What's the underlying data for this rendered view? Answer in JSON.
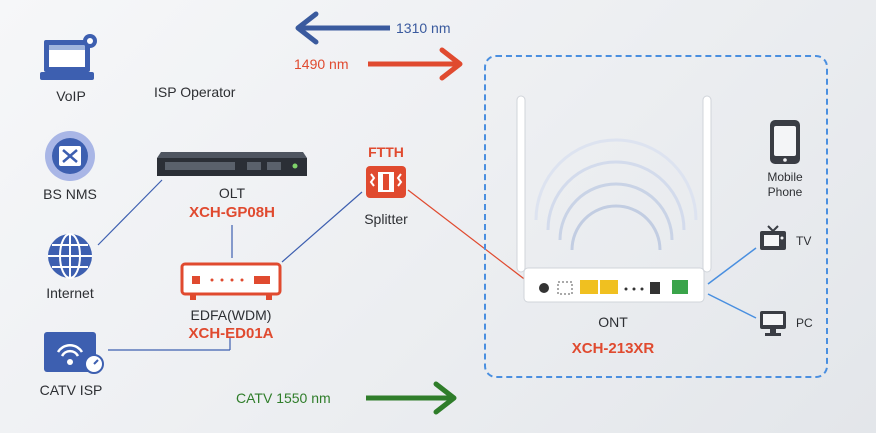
{
  "arrows": {
    "upstream": "1310 nm",
    "downstream": "1490 nm",
    "catv": "CATV  1550 nm"
  },
  "left": {
    "voip": "VoIP",
    "bs_nms": "BS NMS",
    "internet": "Internet",
    "catv_isp": "CATV  ISP",
    "isp_operator": "ISP  Operator"
  },
  "olt": {
    "label": "OLT",
    "model": "XCH-GP08H"
  },
  "edfa": {
    "label": "EDFA(WDM)",
    "model": "XCH-ED01A"
  },
  "splitter": {
    "tag": "FTTH",
    "label": "Splitter"
  },
  "ont": {
    "label": "ONT",
    "model": "XCH-213XR"
  },
  "devices": {
    "mobile_line1": "Mobile",
    "mobile_line2": "Phone",
    "tv": "TV",
    "pc": "PC"
  },
  "colors": {
    "blue_arrow": "#3a5a9e",
    "red_arrow": "#e04a2f",
    "green_arrow": "#2f7d2a",
    "icon_blue": "#3d5fb0",
    "dash_blue": "#4a8fe0"
  }
}
